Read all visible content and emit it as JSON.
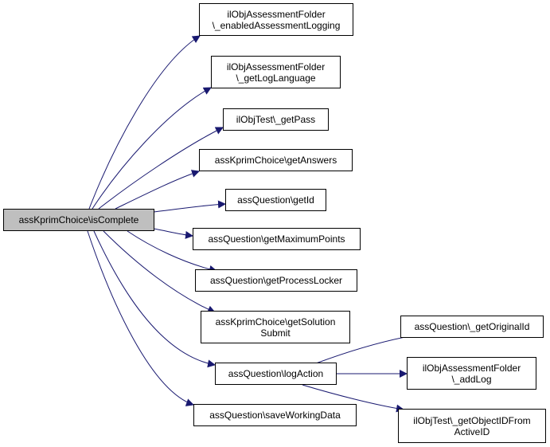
{
  "graph": {
    "root": {
      "label": "assKprimChoice\\isComplete"
    },
    "nodes": [
      {
        "id": "n1",
        "lines": [
          "ilObjAssessmentFolder",
          "\\_enabledAssessmentLogging"
        ]
      },
      {
        "id": "n2",
        "lines": [
          "ilObjAssessmentFolder",
          "\\_getLogLanguage"
        ]
      },
      {
        "id": "n3",
        "lines": [
          "ilObjTest\\_getPass"
        ]
      },
      {
        "id": "n4",
        "lines": [
          "assKprimChoice\\getAnswers"
        ]
      },
      {
        "id": "n5",
        "lines": [
          "assQuestion\\getId"
        ]
      },
      {
        "id": "n6",
        "lines": [
          "assQuestion\\getMaximumPoints"
        ]
      },
      {
        "id": "n7",
        "lines": [
          "assQuestion\\getProcessLocker"
        ]
      },
      {
        "id": "n8",
        "lines": [
          "assKprimChoice\\getSolution",
          "Submit"
        ]
      },
      {
        "id": "n9",
        "lines": [
          "assQuestion\\logAction"
        ]
      },
      {
        "id": "n10",
        "lines": [
          "assQuestion\\saveWorkingData"
        ]
      },
      {
        "id": "n11",
        "lines": [
          "assQuestion\\_getOriginalId"
        ]
      },
      {
        "id": "n12",
        "lines": [
          "ilObjAssessmentFolder",
          "\\_addLog"
        ]
      },
      {
        "id": "n13",
        "lines": [
          "ilObjTest\\_getObjectIDFrom",
          "ActiveID"
        ]
      }
    ]
  },
  "colors": {
    "edge": "#191970",
    "root_fill": "#bfbfbf",
    "node_fill": "#ffffff",
    "border": "#000000"
  }
}
